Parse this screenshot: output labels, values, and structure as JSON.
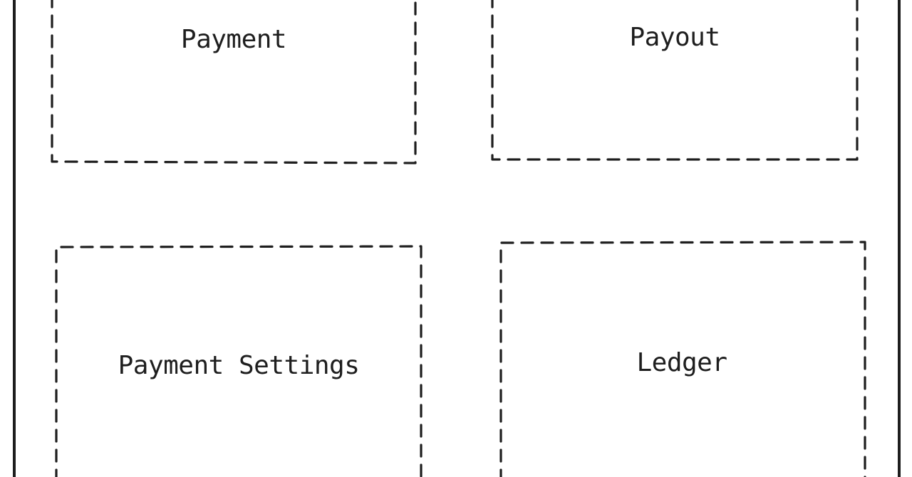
{
  "colors": {
    "stroke": "#1e1e1e",
    "background": "#ffffff"
  },
  "boxes": [
    {
      "label": "Payment"
    },
    {
      "label": "Payout"
    },
    {
      "label": "Payment Settings"
    },
    {
      "label": "Ledger"
    }
  ]
}
